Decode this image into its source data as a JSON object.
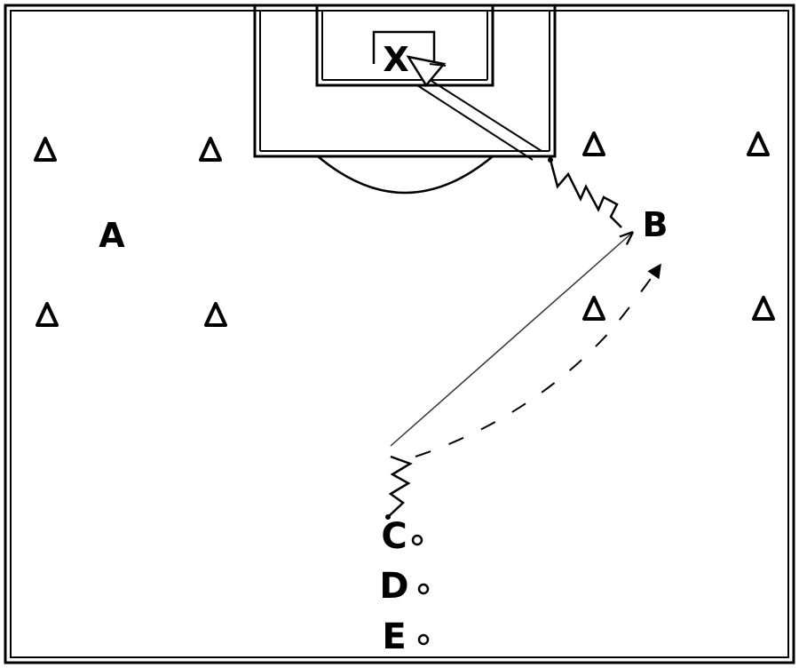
{
  "diagram": {
    "labels": {
      "goalkeeper": "X",
      "A": "A",
      "B": "B",
      "C": "C",
      "D": "D",
      "E": "E"
    },
    "colors": {
      "lines": "#000000",
      "background": "#ffffff",
      "pass_line": "#333333"
    },
    "cones": [
      {
        "id": "cone-1"
      },
      {
        "id": "cone-2"
      },
      {
        "id": "cone-3"
      },
      {
        "id": "cone-4"
      },
      {
        "id": "cone-5"
      },
      {
        "id": "cone-6"
      },
      {
        "id": "cone-7"
      },
      {
        "id": "cone-8"
      }
    ],
    "balls": [
      {
        "id": "ball-c"
      },
      {
        "id": "ball-d"
      },
      {
        "id": "ball-e"
      }
    ]
  }
}
